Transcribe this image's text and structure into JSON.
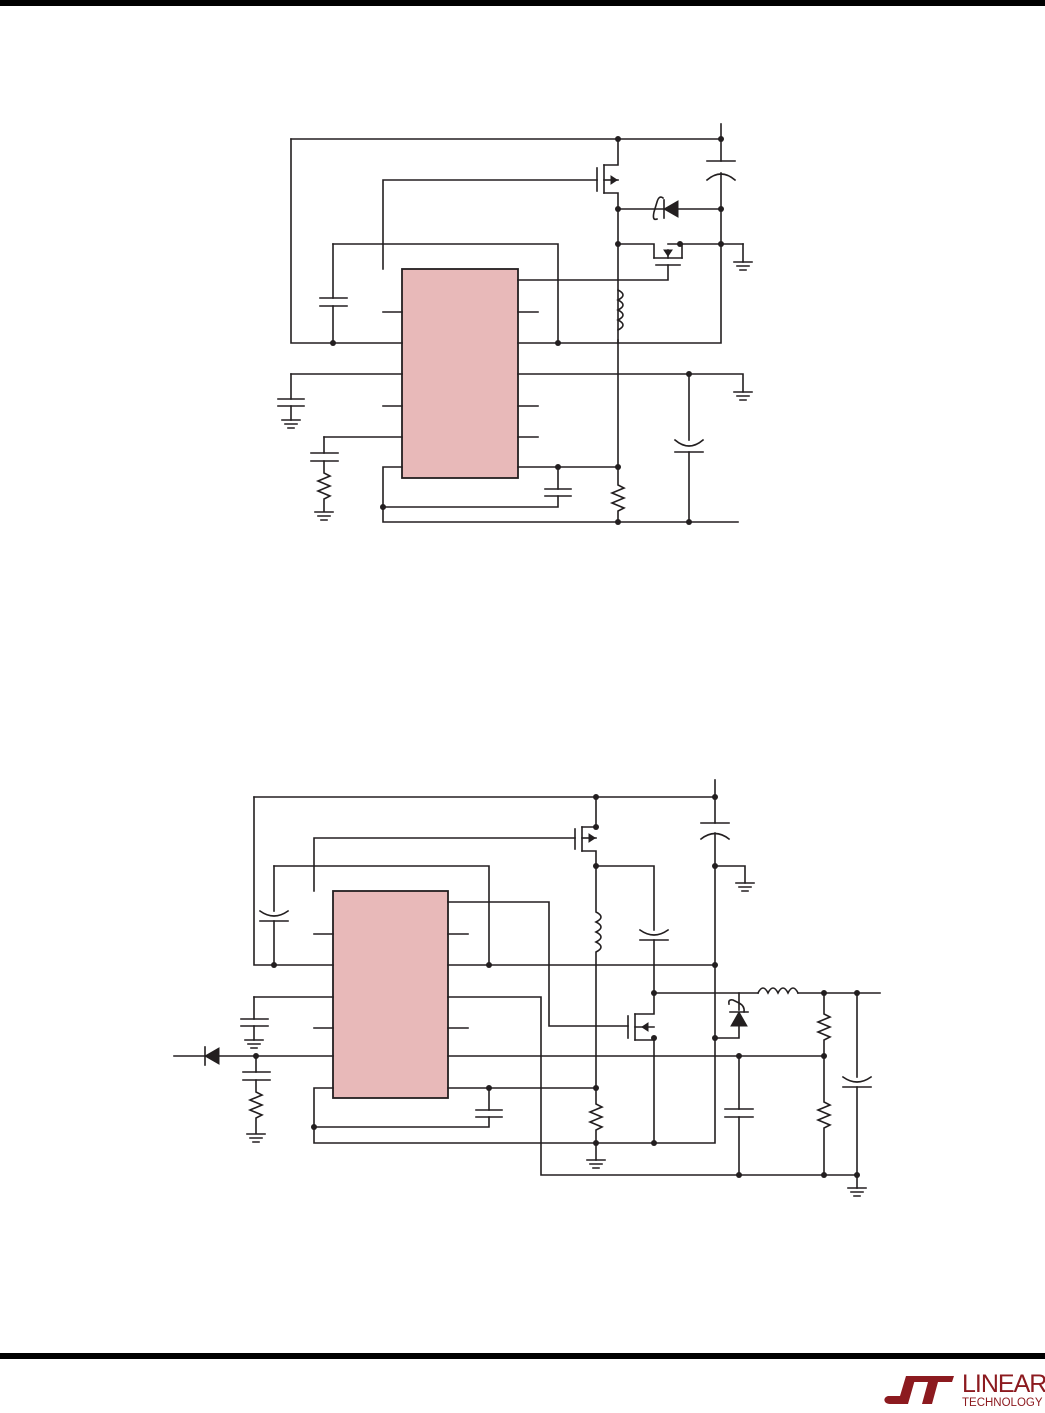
{
  "page": {
    "figures": [
      {
        "id": "schematic-1",
        "labels": []
      },
      {
        "id": "schematic-2",
        "labels": []
      }
    ]
  },
  "footer": {
    "logo": {
      "word_primary": "LINEAR",
      "word_secondary": "TECHNOLOGY",
      "icon": "lt-logo-icon",
      "color": "#8c1a1f"
    }
  },
  "colors": {
    "ic_fill": "#e8b9b9",
    "ink": "#231f20"
  }
}
